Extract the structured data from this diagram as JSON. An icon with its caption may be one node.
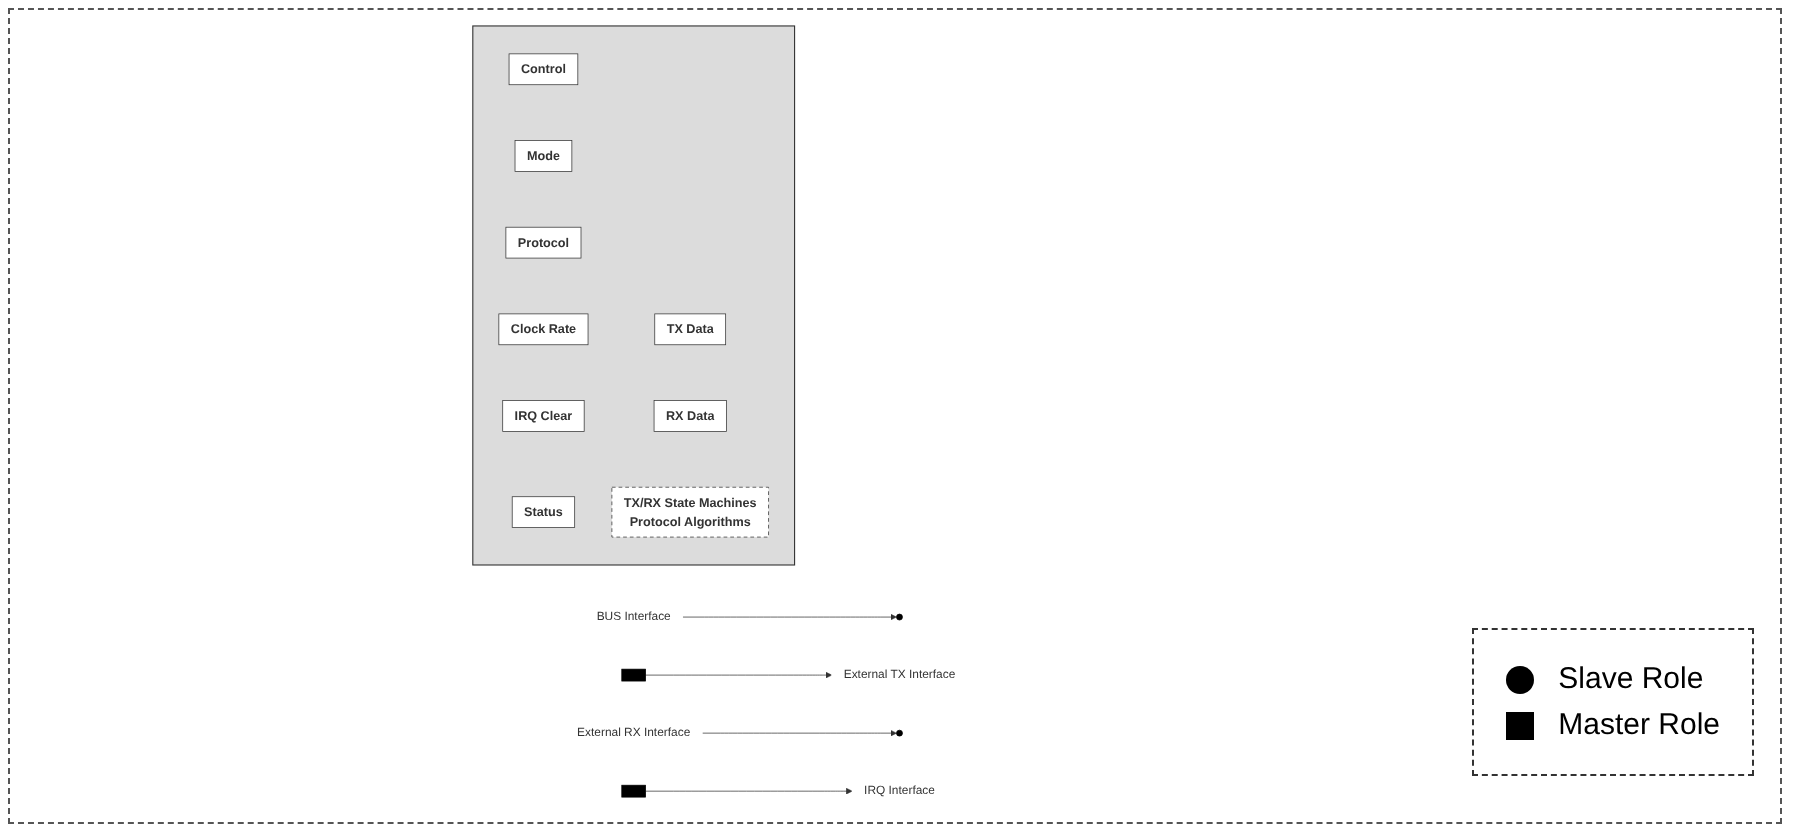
{
  "diagram": {
    "nodes": [
      {
        "text": [],
        "shape": "box"
      },
      {
        "text": [
          "Control"
        ],
        "in": 0
      },
      {
        "text": [
          "Mode"
        ],
        "in": 0
      },
      {
        "text": [
          "Protocol"
        ],
        "in": 0
      },
      {
        "text": [
          "Clock Rate"
        ],
        "in": 0
      },
      {
        "text": [
          "IRQ Clear"
        ],
        "in": 0
      },
      {
        "text": [
          "Status"
        ],
        "in": 0
      },
      {
        "text": [
          "TX Data"
        ],
        "in": 0
      },
      {
        "text": [
          "RX Data"
        ],
        "in": 0
      },
      {
        "text": [
          "TX/RX State Machines",
          "Protocol Algorithms"
        ],
        "in": 0
      },
      {
        "text": [
          "BUS Interface"
        ]
      },
      {
        "text": [],
        "shape": "circle"
      },
      {
        "text": [
          "External TX Interface"
        ]
      },
      {
        "text": [],
        "shape": "box"
      },
      {
        "text": [
          "External RX Interface"
        ]
      },
      {
        "text": [],
        "shape": "circle"
      },
      {
        "text": [
          "IRQ Interface"
        ]
      },
      {
        "text": [],
        "shape": "box"
      }
    ],
    "edges": [
      {
        "from": 10,
        "to": 11,
        "arrow": "to"
      },
      {
        "from": 13,
        "to": 12,
        "arrow": "to"
      },
      {
        "from": 14,
        "to": 15,
        "arrow": "to"
      },
      {
        "from": 17,
        "to": 16,
        "arrow": "to"
      }
    ],
    "legend": [
      {
        "text": "Slave Role"
      },
      {
        "text": "Master Role"
      }
    ]
  }
}
